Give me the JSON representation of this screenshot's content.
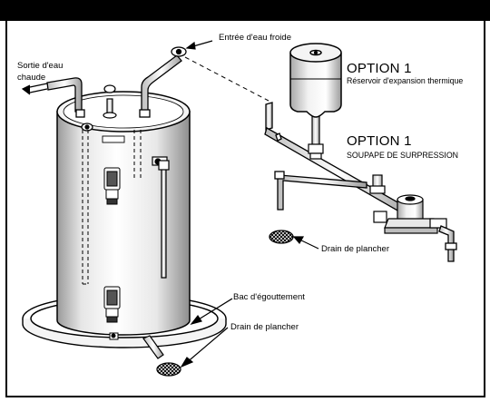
{
  "labels": {
    "cold_water_inlet": "Entrée d'eau froide",
    "hot_water_outlet_line1": "Sortie d'eau",
    "hot_water_outlet_line2": "chaude",
    "option1_tank": "OPTION 1",
    "expansion_tank": "Réservoir d'expansion thermique",
    "option1_valve": "OPTION 1",
    "relief_valve": "SOUPAPE DE SURPRESSION",
    "floor_drain_right": "Drain de plancher",
    "drip_pan": "Bac d'égouttement",
    "floor_drain_bottom": "Drain de plancher"
  },
  "colors": {
    "header_bar": "#000000",
    "line": "#000000",
    "tank_shade_light": "#f2f2f2",
    "tank_shade_dark": "#9a9a9a"
  }
}
